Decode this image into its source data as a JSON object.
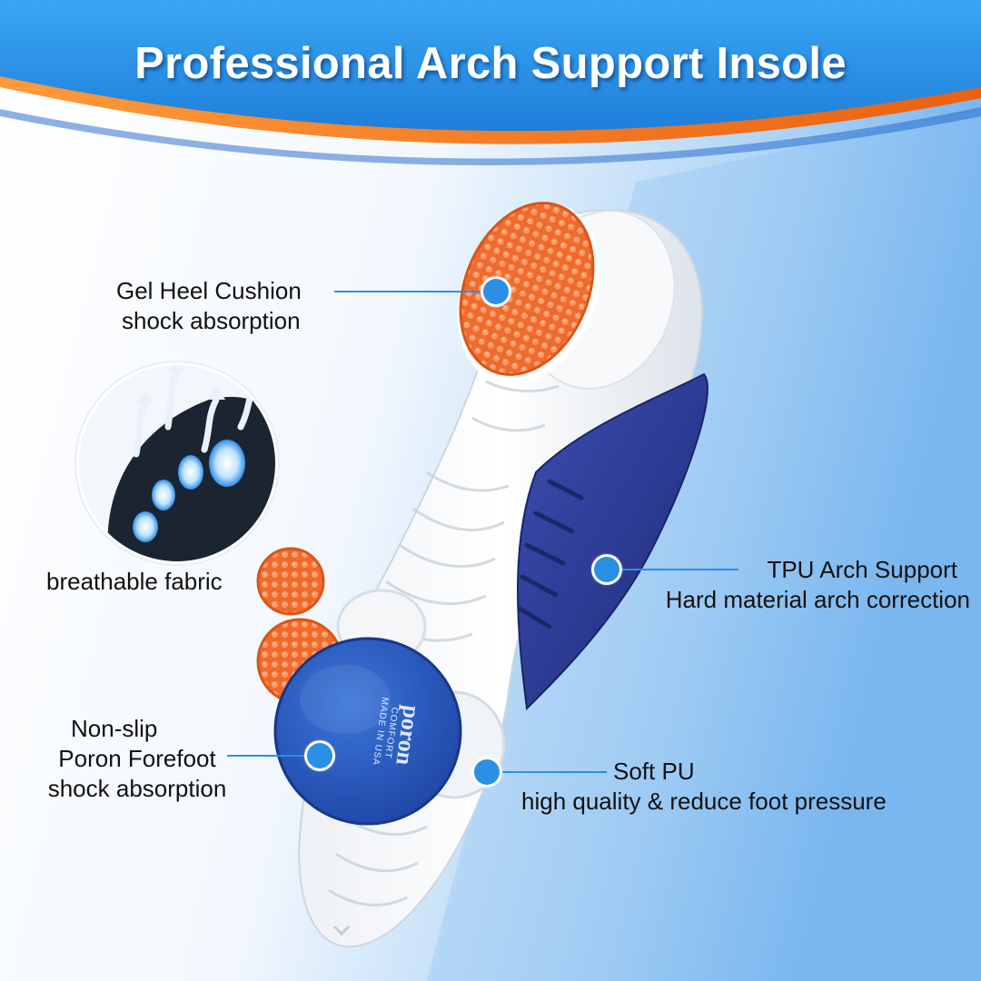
{
  "title": "Professional Arch Support Insole",
  "colors": {
    "banner_blue": "#2f9bea",
    "banner_orange": "#f07a1f",
    "callout_blue": "#2b8fe6",
    "gel_orange": "#ef6a2c",
    "arch_navy": "#2a3a93",
    "poron_blue": "#2453b8"
  },
  "callouts": {
    "gel_heel": {
      "line1": "Gel Heel Cushion",
      "line2": "shock absorption"
    },
    "breathable": {
      "line1": "breathable fabric"
    },
    "tpu_arch": {
      "line1": "TPU Arch Support",
      "line2": "Hard material arch correction"
    },
    "non_slip": {
      "line1": "Non-slip",
      "line2": "Poron Forefoot",
      "line3": "shock absorption"
    },
    "soft_pu": {
      "line1": "Soft PU",
      "line2": "high quality & reduce foot pressure"
    }
  },
  "product_print": {
    "brand": "poron",
    "line1": "COMFORT",
    "line2": "MADE IN USA"
  },
  "icons": [
    "callout-dot-icon",
    "airflow-arrow-icon",
    "heel-gel-pad",
    "forefoot-gel-pad",
    "arch-support-pad",
    "poron-forefoot-pad"
  ]
}
